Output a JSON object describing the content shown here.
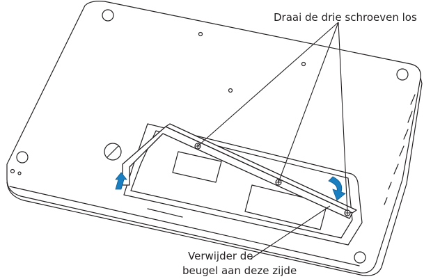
{
  "callouts": {
    "screws": "Draai de drie schroeven los",
    "bracket_line1": "Verwijder de",
    "bracket_line2": "beugel aan deze zijde"
  },
  "colors": {
    "outline": "#231f20",
    "leader": "#231f20",
    "arrow": "#1a7fc1",
    "body": "#ffffff"
  },
  "icons": [
    "lock-icon",
    "unlock-icon"
  ]
}
